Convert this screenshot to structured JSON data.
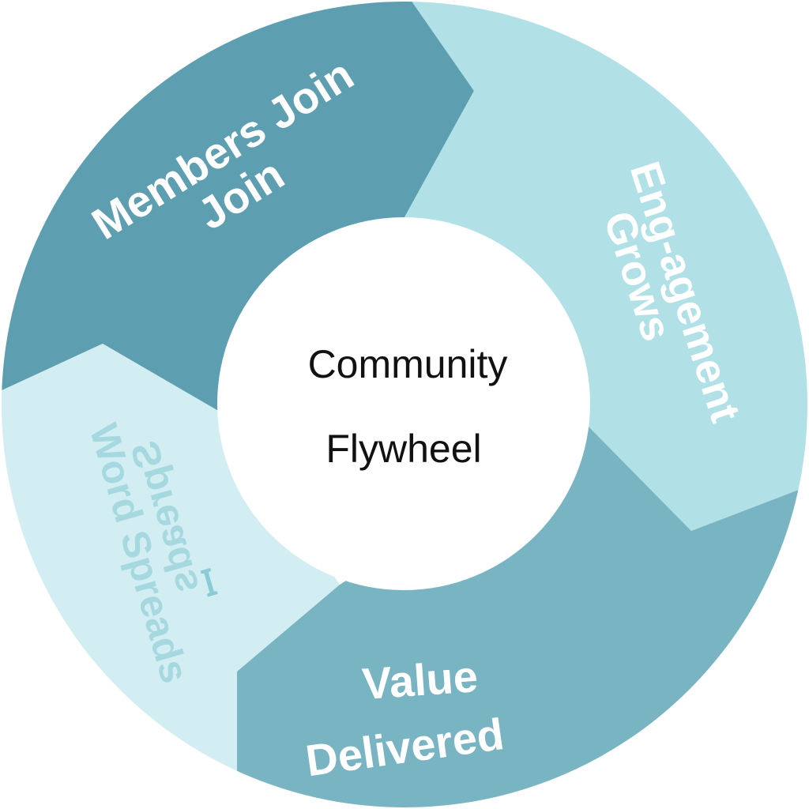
{
  "center": {
    "line1": "Community",
    "line2": "Flywheel"
  },
  "segments": {
    "members_join": {
      "line1": "Members Join",
      "line2": "Join",
      "color": "#5d9fb0"
    },
    "engagement_grows": {
      "line1": "Eng-agement",
      "line2": "Grows",
      "color": "#b1e1e7"
    },
    "value_delivered": {
      "line1": "Value",
      "line2": "Delivered",
      "color": "#79b4c3"
    },
    "word_spreads": {
      "line1": "Word Spreads",
      "line2": "Spreads",
      "color": "#d3eef2",
      "garbled_text": "ꟷ"
    }
  },
  "colors": {
    "background": "#ffffff",
    "hub": "#ffffff",
    "hub_text": "#111111",
    "label_light": "#ffffff",
    "label_pale": "#a6d8e0"
  }
}
